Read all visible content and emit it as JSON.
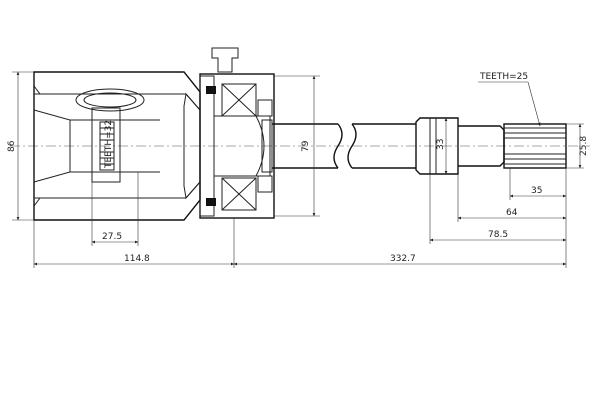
{
  "drawing": {
    "inner_teeth_label": "TEETH=32",
    "outer_teeth_label": "TEETH=25",
    "dimensions": {
      "housing_height": "86",
      "shaft_diameter": "79",
      "stub_collar_diameter": "33",
      "spline_diameter": "25.8",
      "spline_length": "35",
      "stub_length": "64",
      "stub_total_length": "78.5",
      "joint_length": "114.8",
      "shaft_length": "332.7",
      "inner_offset": "27.5"
    }
  }
}
